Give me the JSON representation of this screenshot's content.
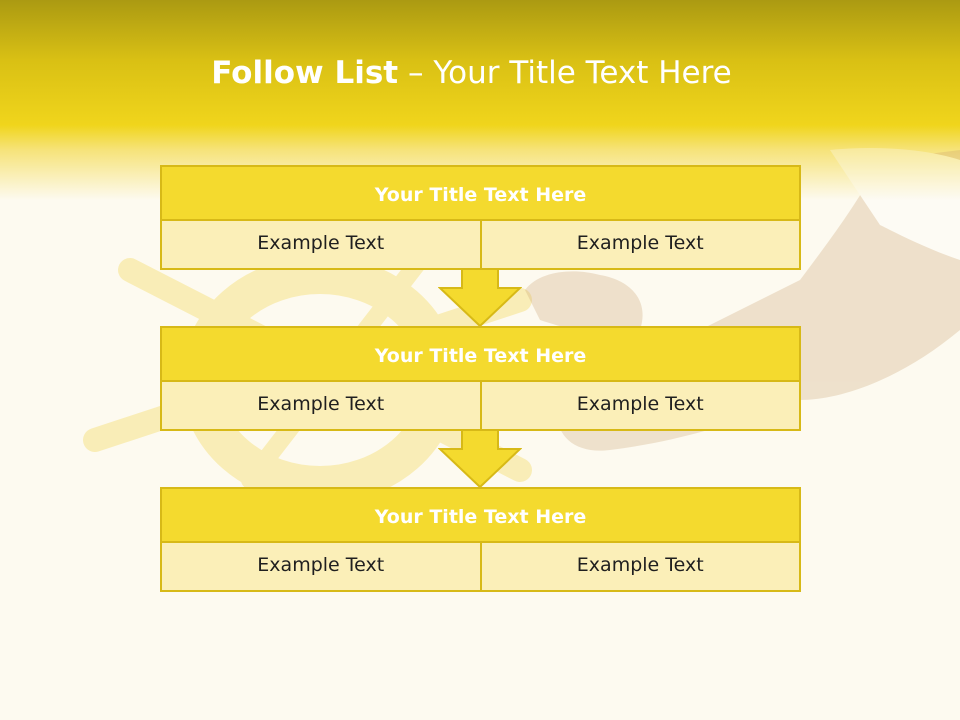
{
  "header": {
    "title_bold": "Follow List",
    "title_rest": " – Your Title Text Here"
  },
  "blocks": [
    {
      "title": "Your Title Text Here",
      "left": "Example Text",
      "right": "Example Text"
    },
    {
      "title": "Your Title Text Here",
      "left": "Example Text",
      "right": "Example Text"
    },
    {
      "title": "Your Title Text Here",
      "left": "Example Text",
      "right": "Example Text"
    }
  ],
  "colors": {
    "header_dark": "#ab9a12",
    "header_yellow": "#f0d51c",
    "box_fill": "#f4da2e",
    "cell_fill": "#fbefb8",
    "border": "#d7b917",
    "page_bg": "#fdfaf0"
  }
}
